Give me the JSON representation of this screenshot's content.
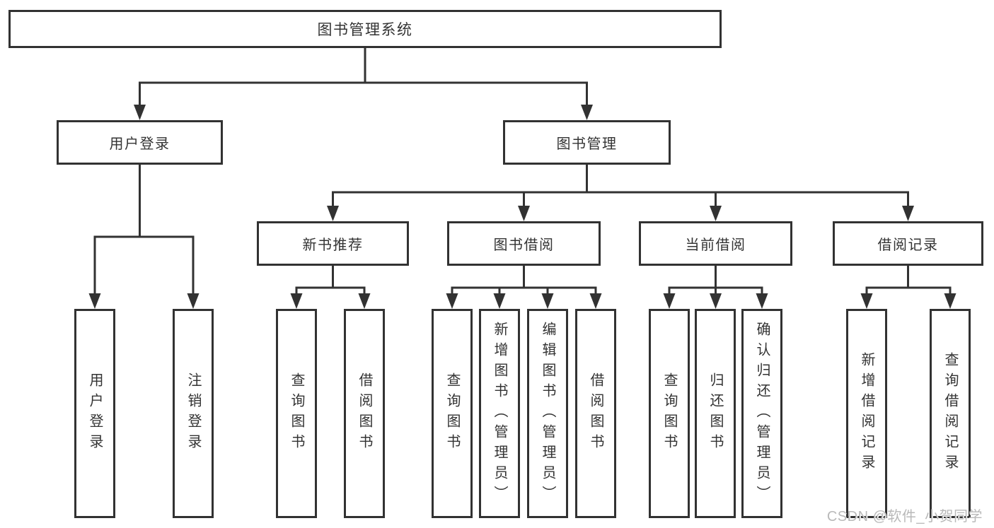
{
  "diagram": {
    "title": {
      "label": "图书管理系统"
    },
    "level1": {
      "user_login": {
        "label": "用户登录"
      },
      "book_management": {
        "label": "图书管理"
      }
    },
    "level2": {
      "new_book_recommend": {
        "label": "新书推荐"
      },
      "book_borrow": {
        "label": "图书借阅"
      },
      "current_borrow": {
        "label": "当前借阅"
      },
      "borrow_records": {
        "label": "借阅记录"
      }
    },
    "leaves": {
      "user_login": {
        "label": "用户登录"
      },
      "logout": {
        "label": "注销登录"
      },
      "nb_query_books": {
        "label": "查询图书"
      },
      "nb_borrow_books": {
        "label": "借阅图书"
      },
      "bb_query_books": {
        "label": "查询图书"
      },
      "bb_add_books": {
        "label": "新增图书（管理员）"
      },
      "bb_edit_books": {
        "label": "编辑图书（管理员）"
      },
      "bb_borrow_books": {
        "label": "借阅图书"
      },
      "cb_query_books": {
        "label": "查询图书"
      },
      "cb_return_books": {
        "label": "归还图书"
      },
      "cb_confirm_return": {
        "label": "确认归还（管理员）"
      },
      "br_add_record": {
        "label": "新增借阅记录"
      },
      "br_query_record": {
        "label": "查询借阅记录"
      }
    },
    "watermark": "CSDN @软件_小贺同学",
    "colors": {
      "line": "#323232",
      "text": "#333333",
      "watermark": "#b9b9b9",
      "background": "#ffffff"
    }
  }
}
